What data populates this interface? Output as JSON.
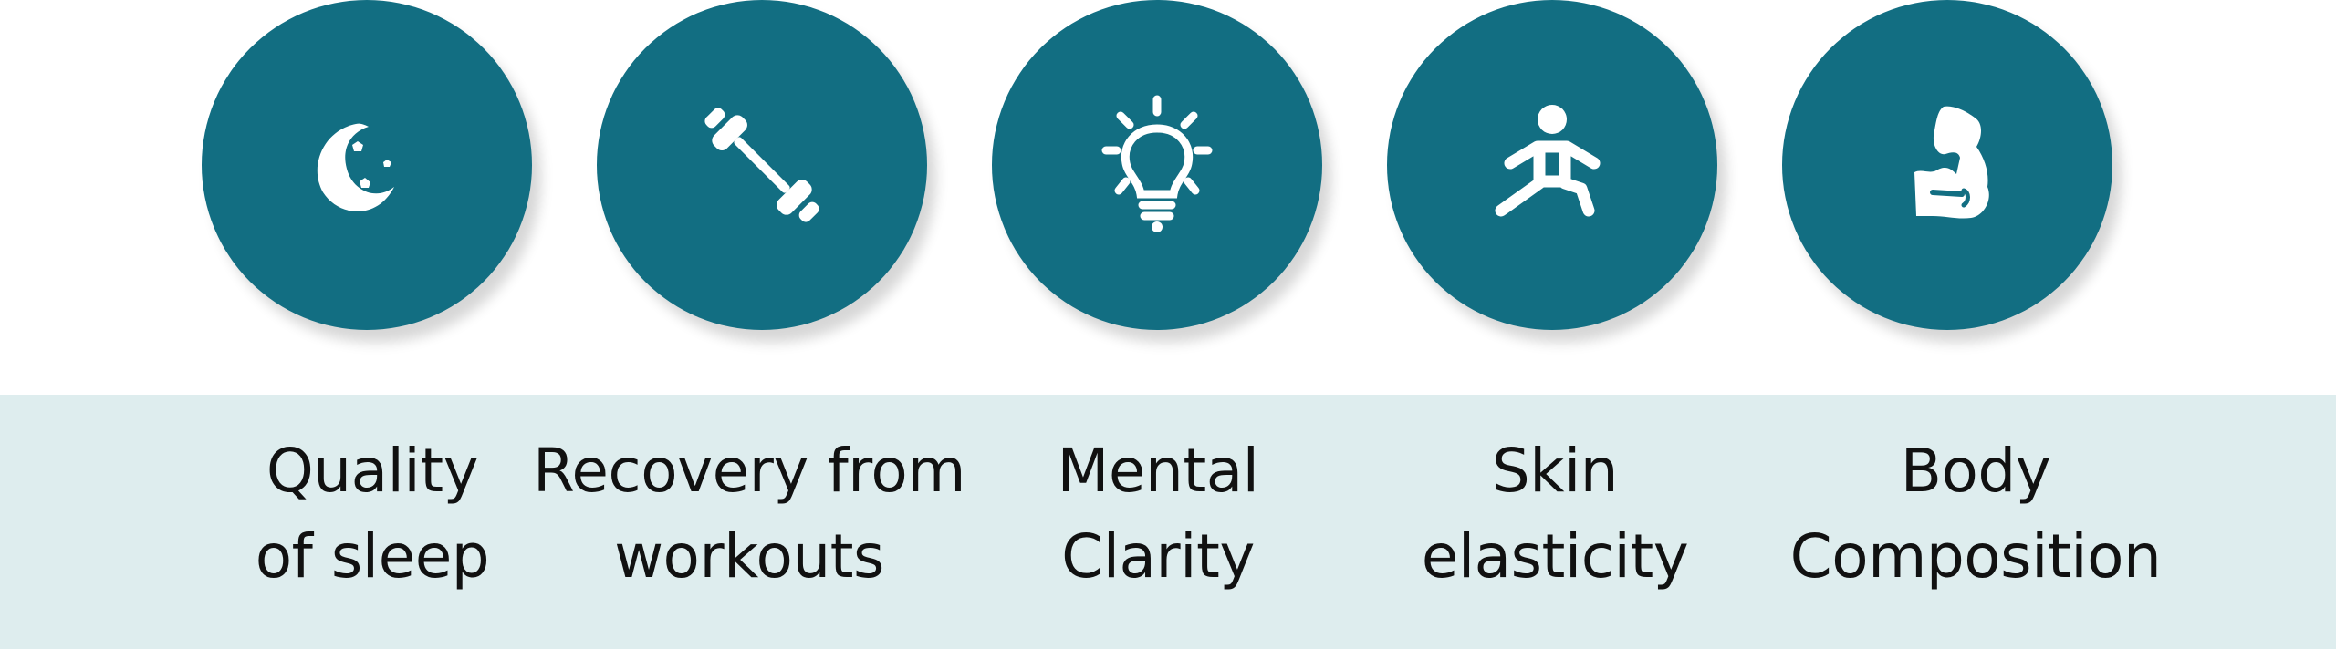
{
  "benefits": [
    {
      "icon": "moon-stars-icon",
      "line1": "Quality",
      "line2": "of sleep"
    },
    {
      "icon": "dumbbell-icon",
      "line1": "Recovery from",
      "line2": "workouts"
    },
    {
      "icon": "lightbulb-icon",
      "line1": "Mental",
      "line2": "Clarity"
    },
    {
      "icon": "stretching-person-icon",
      "line1": "Skin",
      "line2": "elasticity"
    },
    {
      "icon": "flexed-arm-icon",
      "line1": "Body",
      "line2": "Composition"
    }
  ],
  "colors": {
    "circle": "#126e82",
    "band": "#deedee",
    "text": "#111111",
    "icon": "#ffffff"
  }
}
